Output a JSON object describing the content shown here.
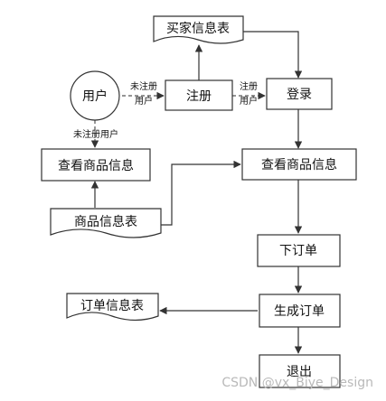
{
  "nodes": {
    "user": "用户",
    "buyer_table": "买家信息表",
    "register": "注册",
    "login": "登录",
    "browse_left": "查看商品信息",
    "browse_main": "查看商品信息",
    "product_table": "商品信息表",
    "place_order": "下订单",
    "generate_order": "生成订单",
    "order_table": "订单信息表",
    "exit": "退出"
  },
  "edge_labels": {
    "unregistered_line1": "未注册",
    "unregistered_line2": "用户",
    "registered_line1": "注册",
    "registered_line2": "用户",
    "unregistered_user": "未注册用户"
  },
  "watermark": "CSDN @vx_Biye_Design"
}
